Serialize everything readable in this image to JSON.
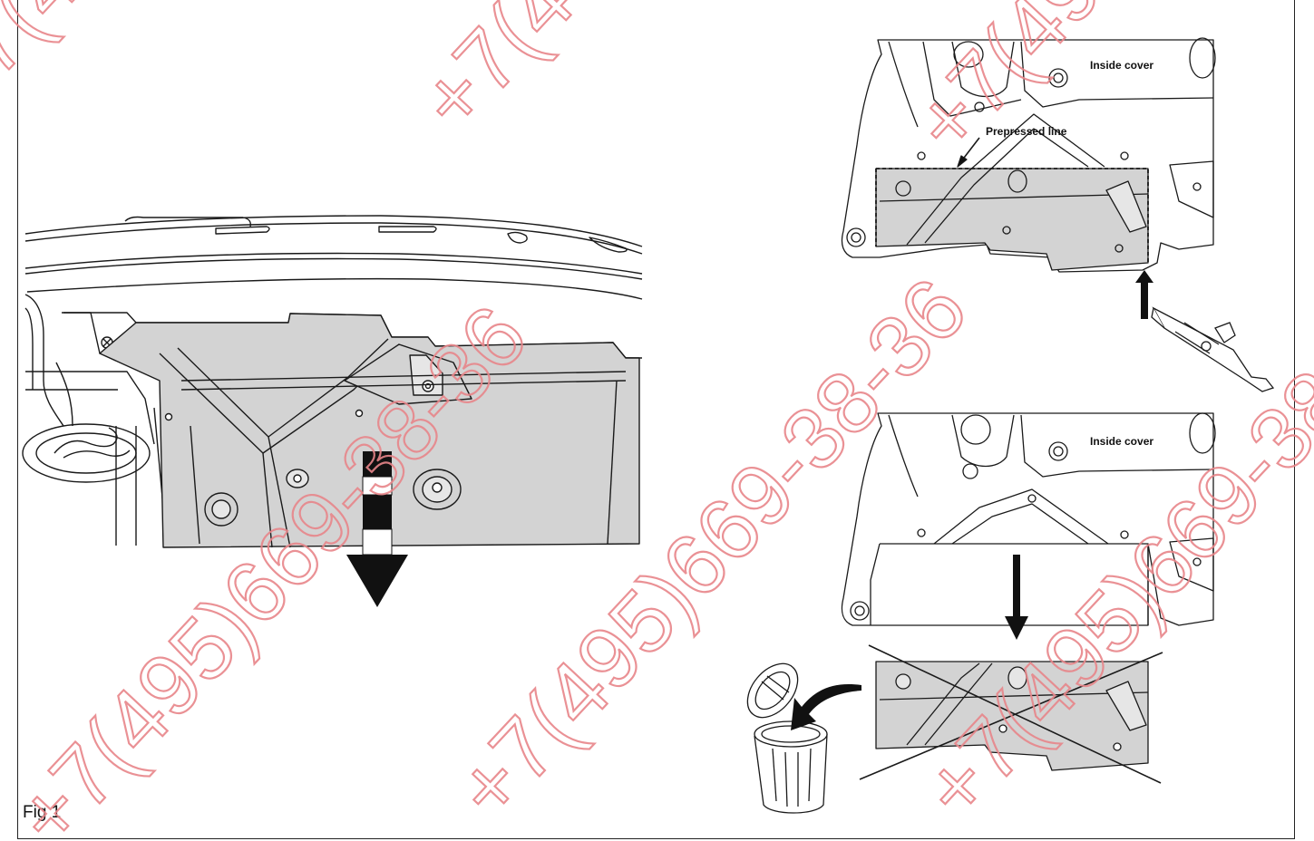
{
  "figure": {
    "caption": "Fig 1",
    "top_right_label_inside": "Inside cover",
    "top_right_label_line": "Prepressed line",
    "bottom_right_label_inside": "Inside cover"
  },
  "watermark": {
    "text": "+7(495)669-38-36",
    "color": "#e8868a"
  },
  "colors": {
    "panel_fill": "#d3d3d3",
    "line": "#1a1a1a"
  }
}
